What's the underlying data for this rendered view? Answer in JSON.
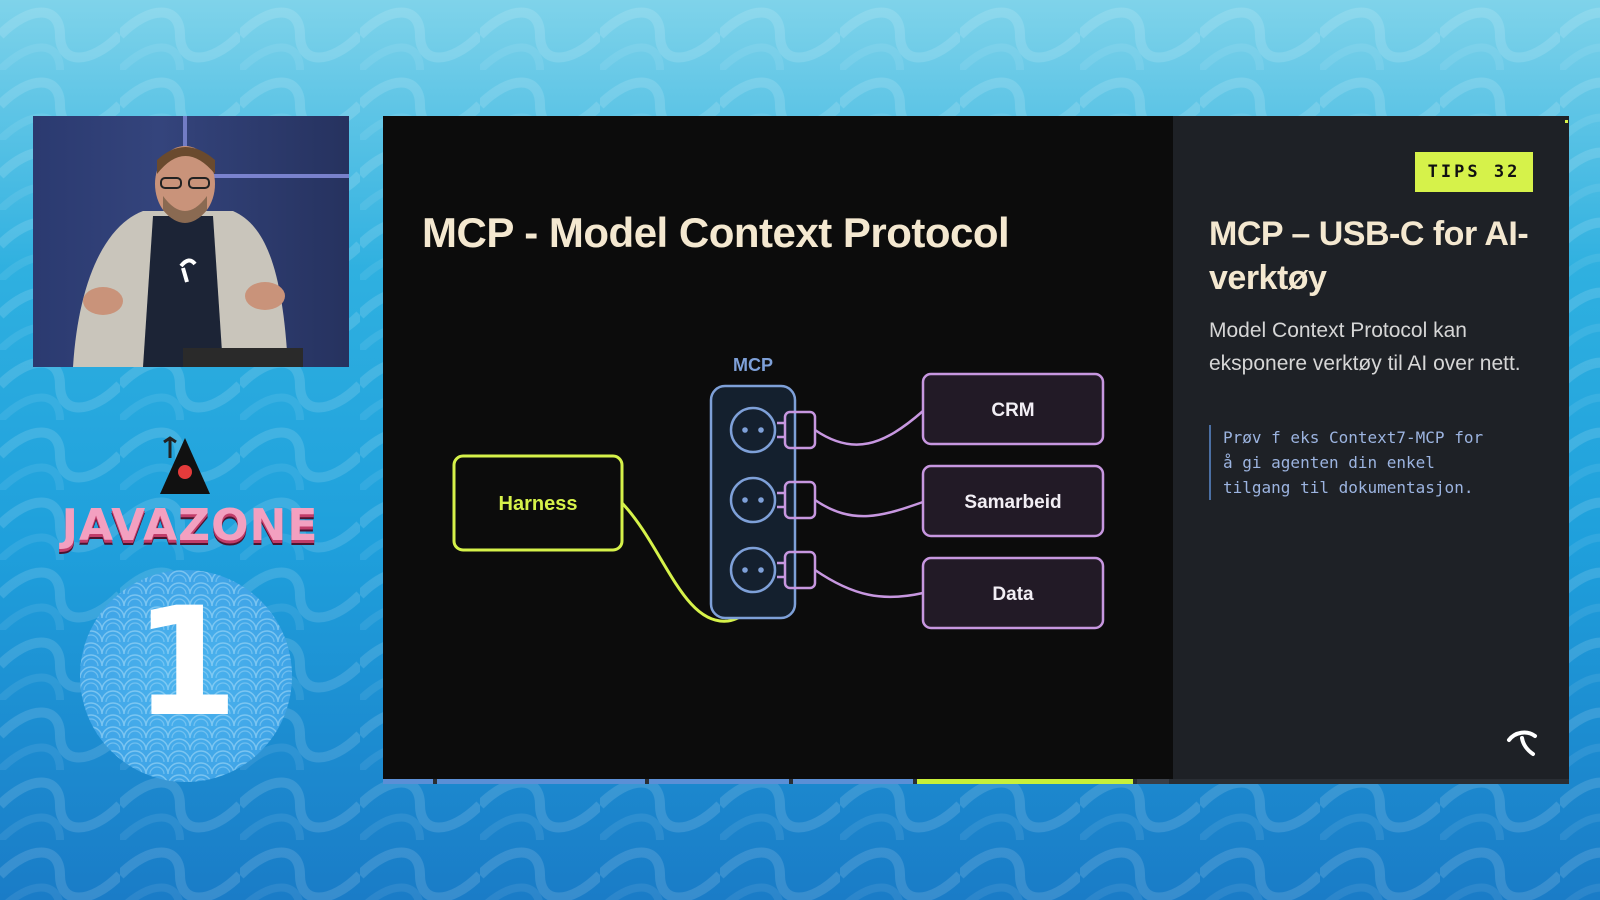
{
  "colors": {
    "background_top": "#7fd3ea",
    "background_bottom": "#1a7cc7",
    "slide_bg": "#0c0c0c",
    "side_bg": "#1e2126",
    "title_text": "#f4e8d0",
    "harness_accent": "#d6f24a",
    "mcp_accent": "#7ea0d8",
    "target_accent": "#c797e0",
    "tip_badge_bg": "#d6f24a",
    "quote_text": "#9cb4e0"
  },
  "event": {
    "logo_text": "JAVAZONE",
    "badge_number": "1"
  },
  "slide": {
    "title": "MCP - Model Context Protocol",
    "diagram": {
      "hub_label": "MCP",
      "source_label": "Harness",
      "targets": [
        "CRM",
        "Samarbeid",
        "Data"
      ]
    }
  },
  "side": {
    "tip_badge": "TIPS 32",
    "heading": "MCP – USB-C for AI-verktøy",
    "body": "Model Context Protocol kan eksponere verktøy til AI over nett.",
    "quote": "Prøv f eks Context7-MCP for\nå gi agenten din enkel\ntilgang til dokumentasjon.",
    "brand_icon": "telenor-icon"
  },
  "progress": {
    "active_segment_color": "#c8f03a",
    "done_segment_color": "#5b8fd6"
  }
}
